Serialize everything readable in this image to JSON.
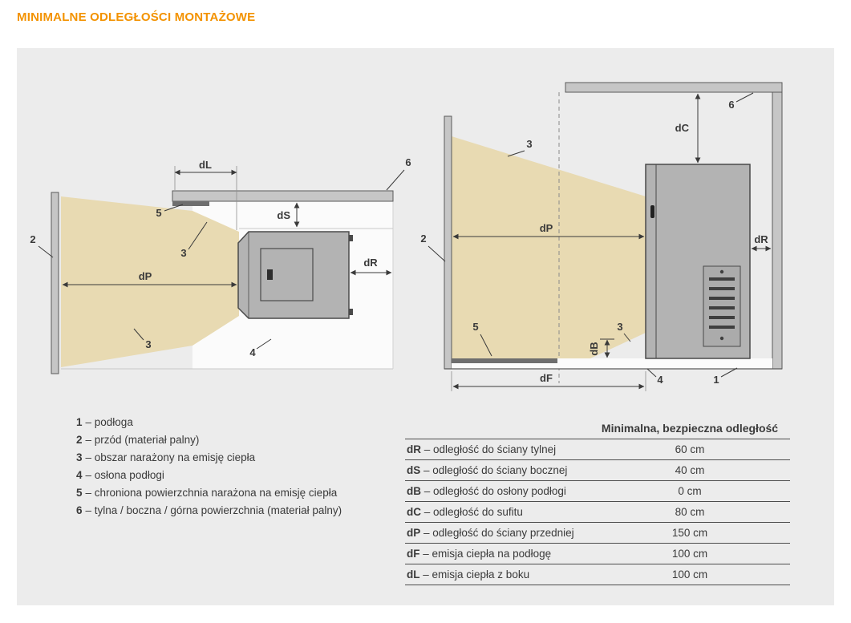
{
  "page_title": "MINIMALNE ODLEGŁOŚCI MONTAŻOWE",
  "colors": {
    "accent": "#f39200",
    "panel_bg": "#ececec",
    "emission_zone": "#e8dab2",
    "device_gray": "#b3b3b3",
    "wall_gray": "#c6c6c6"
  },
  "legend": {
    "items": [
      {
        "num": "1",
        "text": "– podłoga"
      },
      {
        "num": "2",
        "text": "– przód (materiał palny)"
      },
      {
        "num": "3",
        "text": "– obszar narażony na emisję ciepła"
      },
      {
        "num": "4",
        "text": "– osłona podłogi"
      },
      {
        "num": "5",
        "text": "– chroniona powierzchnia narażona na emisję ciepła"
      },
      {
        "num": "6",
        "text": "– tylna / boczna / górna powierzchnia (materiał palny)"
      }
    ]
  },
  "table": {
    "header": "Minimalna, bezpieczna odległość",
    "rows": [
      {
        "code": "dR",
        "desc": "– odległość do ściany tylnej",
        "value": "60 cm"
      },
      {
        "code": "dS",
        "desc": "– odległość do ściany bocznej",
        "value": "40 cm"
      },
      {
        "code": "dB",
        "desc": "– odległość do osłony podłogi",
        "value": "0 cm"
      },
      {
        "code": "dC",
        "desc": "– odległość do sufitu",
        "value": "80 cm"
      },
      {
        "code": "dP",
        "desc": "– odległość do ściany przedniej",
        "value": "150 cm"
      },
      {
        "code": "dF",
        "desc": "– emisja ciepła na podłogę",
        "value": "100 cm"
      },
      {
        "code": "dL",
        "desc": "– emisja ciepła z boku",
        "value": "100 cm"
      }
    ]
  },
  "diagram": {
    "top_view": {
      "dims": {
        "dL": "dL",
        "dS": "dS",
        "dP": "dP",
        "dR": "dR"
      },
      "callouts": {
        "c2": "2",
        "c3a": "3",
        "c3b": "3",
        "c4": "4",
        "c5": "5",
        "c6": "6"
      }
    },
    "side_view": {
      "dims": {
        "dC": "dC",
        "dP": "dP",
        "dR": "dR",
        "dB": "dB",
        "dF": "dF"
      },
      "callouts": {
        "c1": "1",
        "c2": "2",
        "c3a": "3",
        "c3b": "3",
        "c4": "4",
        "c5": "5",
        "c6": "6"
      }
    }
  }
}
